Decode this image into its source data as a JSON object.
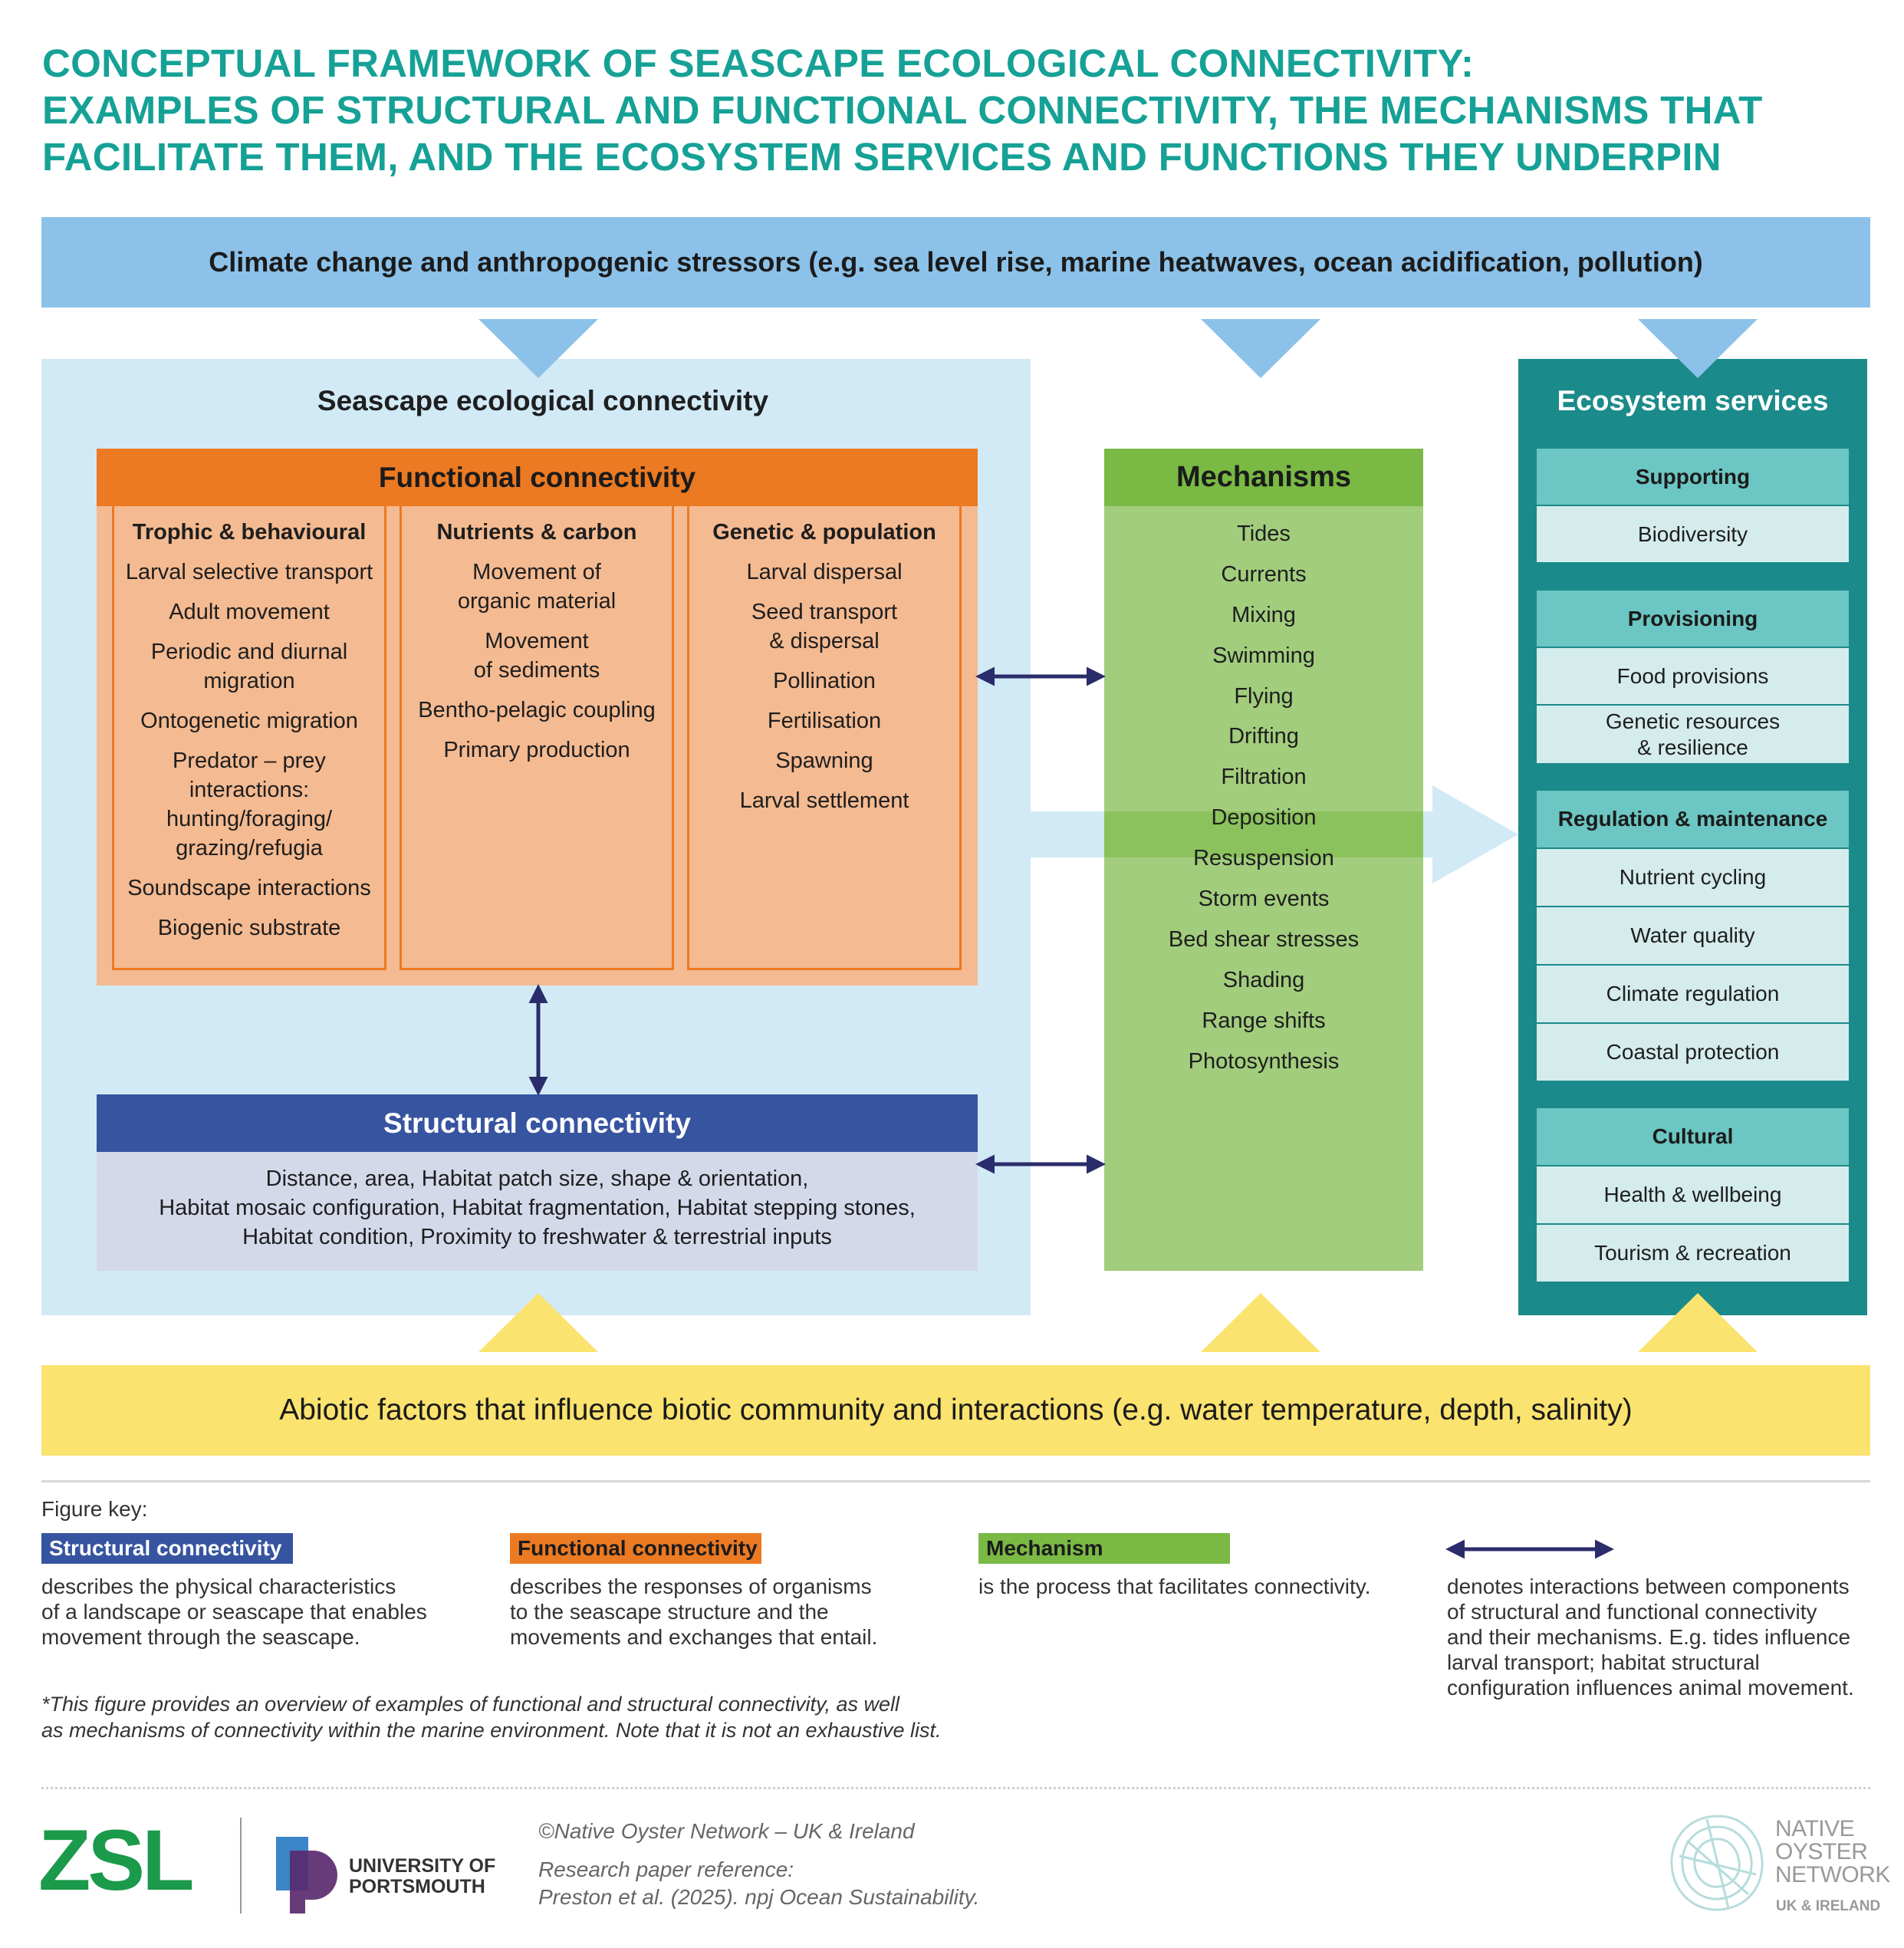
{
  "title": {
    "line1": "CONCEPTUAL FRAMEWORK OF SEASCAPE ECOLOGICAL CONNECTIVITY:",
    "line2": "EXAMPLES OF STRUCTURAL AND FUNCTIONAL CONNECTIVITY, THE MECHANISMS THAT",
    "line3": "FACILITATE THEM, AND THE ECOSYSTEM SERVICES AND FUNCTIONS THEY UNDERPIN"
  },
  "climate_band": "Climate change and anthropogenic stressors (e.g. sea level rise, marine heatwaves, ocean acidification, pollution)",
  "abiotic_band": "Abiotic factors that influence biotic community and interactions (e.g. water temperature, depth, salinity)",
  "seascape": {
    "title": "Seascape ecological connectivity",
    "functional": {
      "header": "Functional connectivity",
      "columns": [
        {
          "title": "Trophic & behavioural",
          "items": [
            "Larval selective transport",
            "Adult movement",
            "Periodic and diurnal\nmigration",
            "Ontogenetic migration",
            "Predator – prey\ninteractions:\nhunting/foraging/\ngrazing/refugia",
            "Soundscape interactions",
            "Biogenic substrate"
          ]
        },
        {
          "title": "Nutrients & carbon",
          "items": [
            "Movement of\norganic material",
            "Movement\nof sediments",
            "Bentho-pelagic coupling",
            "Primary production"
          ]
        },
        {
          "title": "Genetic & population",
          "items": [
            "Larval dispersal",
            "Seed transport\n& dispersal",
            "Pollination",
            "Fertilisation",
            "Spawning",
            "Larval settlement"
          ]
        }
      ]
    },
    "structural": {
      "header": "Structural connectivity",
      "lines": [
        "Distance, area, Habitat patch size, shape & orientation,",
        "Habitat mosaic configuration, Habitat fragmentation, Habitat stepping stones,",
        "Habitat condition, Proximity to freshwater & terrestrial inputs"
      ]
    }
  },
  "mechanisms": {
    "header": "Mechanisms",
    "items": [
      "Tides",
      "Currents",
      "Mixing",
      "Swimming",
      "Flying",
      "Drifting",
      "Filtration",
      "Deposition",
      "Resuspension",
      "Storm events",
      "Bed shear stresses",
      "Shading",
      "Range shifts",
      "Photosynthesis"
    ]
  },
  "ecosystem": {
    "title": "Ecosystem services",
    "groups": [
      {
        "header": "Supporting",
        "items": [
          "Biodiversity"
        ]
      },
      {
        "header": "Provisioning",
        "items": [
          "Food provisions",
          "Genetic resources\n& resilience"
        ]
      },
      {
        "header": "Regulation & maintenance",
        "items": [
          "Nutrient cycling",
          "Water quality",
          "Climate regulation",
          "Coastal protection"
        ]
      },
      {
        "header": "Cultural",
        "items": [
          "Health & wellbeing",
          "Tourism & recreation"
        ]
      }
    ]
  },
  "key": {
    "label": "Figure key:",
    "structural": {
      "swatch": "Structural connectivity",
      "desc": "describes the physical characteristics\nof a landscape or seascape that enables\nmovement through the seascape."
    },
    "functional": {
      "swatch": "Functional connectivity",
      "desc": "describes the responses of organisms\nto the seascape structure and the\nmovements and exchanges that entail."
    },
    "mechanism": {
      "swatch": "Mechanism",
      "desc": "is the process that facilitates connectivity."
    },
    "arrow": {
      "desc": "denotes interactions between components\nof structural and functional connectivity\nand their mechanisms. E.g. tides influence\nlarval transport; habitat structural\nconfiguration influences animal movement."
    }
  },
  "footnote": "*This figure provides an overview of examples of functional and structural connectivity, as well\nas mechanisms of connectivity within the marine environment. Note that it is not an exhaustive list.",
  "footer": {
    "copyright": "©Native Oyster Network – UK & Ireland",
    "reference_label": "Research paper reference:",
    "reference": "Preston et al. (2025). npj Ocean Sustainability.",
    "zsl_logo": "ZSL",
    "uop_line1": "UNIVERSITY OF",
    "uop_line2": "PORTSMOUTH",
    "non_line1": "NATIVE",
    "non_line2": "OYSTER",
    "non_line3": "NETWORK",
    "non_sub": "UK & IRELAND"
  },
  "colors": {
    "title": "#16a196",
    "climate": "#8cc2e9",
    "abiotic": "#fbe36f",
    "functional": "#ec7a22",
    "structural": "#3754a0",
    "mechanism": "#79b944",
    "ecosystem": "#1b8a8a",
    "interaction_arrow": "#2b2c6b"
  }
}
